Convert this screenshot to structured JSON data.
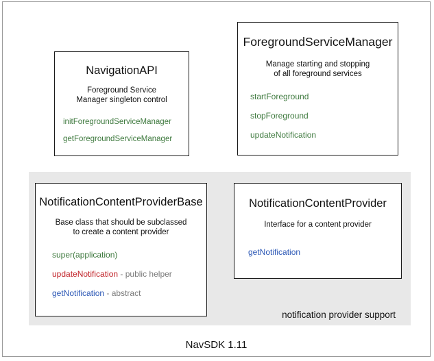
{
  "diagram": {
    "footer_caption": "NavSDK 1.11",
    "group_panel": {
      "label": "notification provider support",
      "background": "#e8e8e8"
    },
    "colors": {
      "green": "#3f7a3f",
      "red": "#c02026",
      "blue": "#2b57b5",
      "grey_note": "#7a7a7a",
      "box_border": "#1a1a1a",
      "frame_border": "#9a9a9a",
      "text": "#111111"
    },
    "boxes": [
      {
        "id": "navigationapi",
        "title": "NavigationAPI",
        "description": "Foreground Service\nManager singleton control",
        "members": [
          {
            "name": "initForegroundServiceManager",
            "note": "",
            "color": "green"
          },
          {
            "name": "getForegroundServiceManager",
            "note": "",
            "color": "green"
          }
        ]
      },
      {
        "id": "foregroundservicemanager",
        "title": "ForegroundServiceManager",
        "description": "Manage starting and stopping\nof all foreground services",
        "members": [
          {
            "name": "startForeground",
            "note": "",
            "color": "green"
          },
          {
            "name": "stopForeground",
            "note": "",
            "color": "green"
          },
          {
            "name": "updateNotification",
            "note": "",
            "color": "green"
          }
        ]
      },
      {
        "id": "notificationcontentproviderbase",
        "title": "NotificationContentProviderBase",
        "description": "Base class that should be subclassed\nto create a content provider",
        "members": [
          {
            "name": "super(application)",
            "note": "",
            "color": "green"
          },
          {
            "name": "updateNotification",
            "note": " - public helper",
            "color": "red"
          },
          {
            "name": "getNotification",
            "note": " - abstract",
            "color": "blue"
          }
        ]
      },
      {
        "id": "notificationcontentprovider",
        "title": "NotificationContentProvider",
        "description": "Interface for a content provider",
        "members": [
          {
            "name": "getNotification",
            "note": "",
            "color": "blue"
          }
        ]
      }
    ]
  }
}
